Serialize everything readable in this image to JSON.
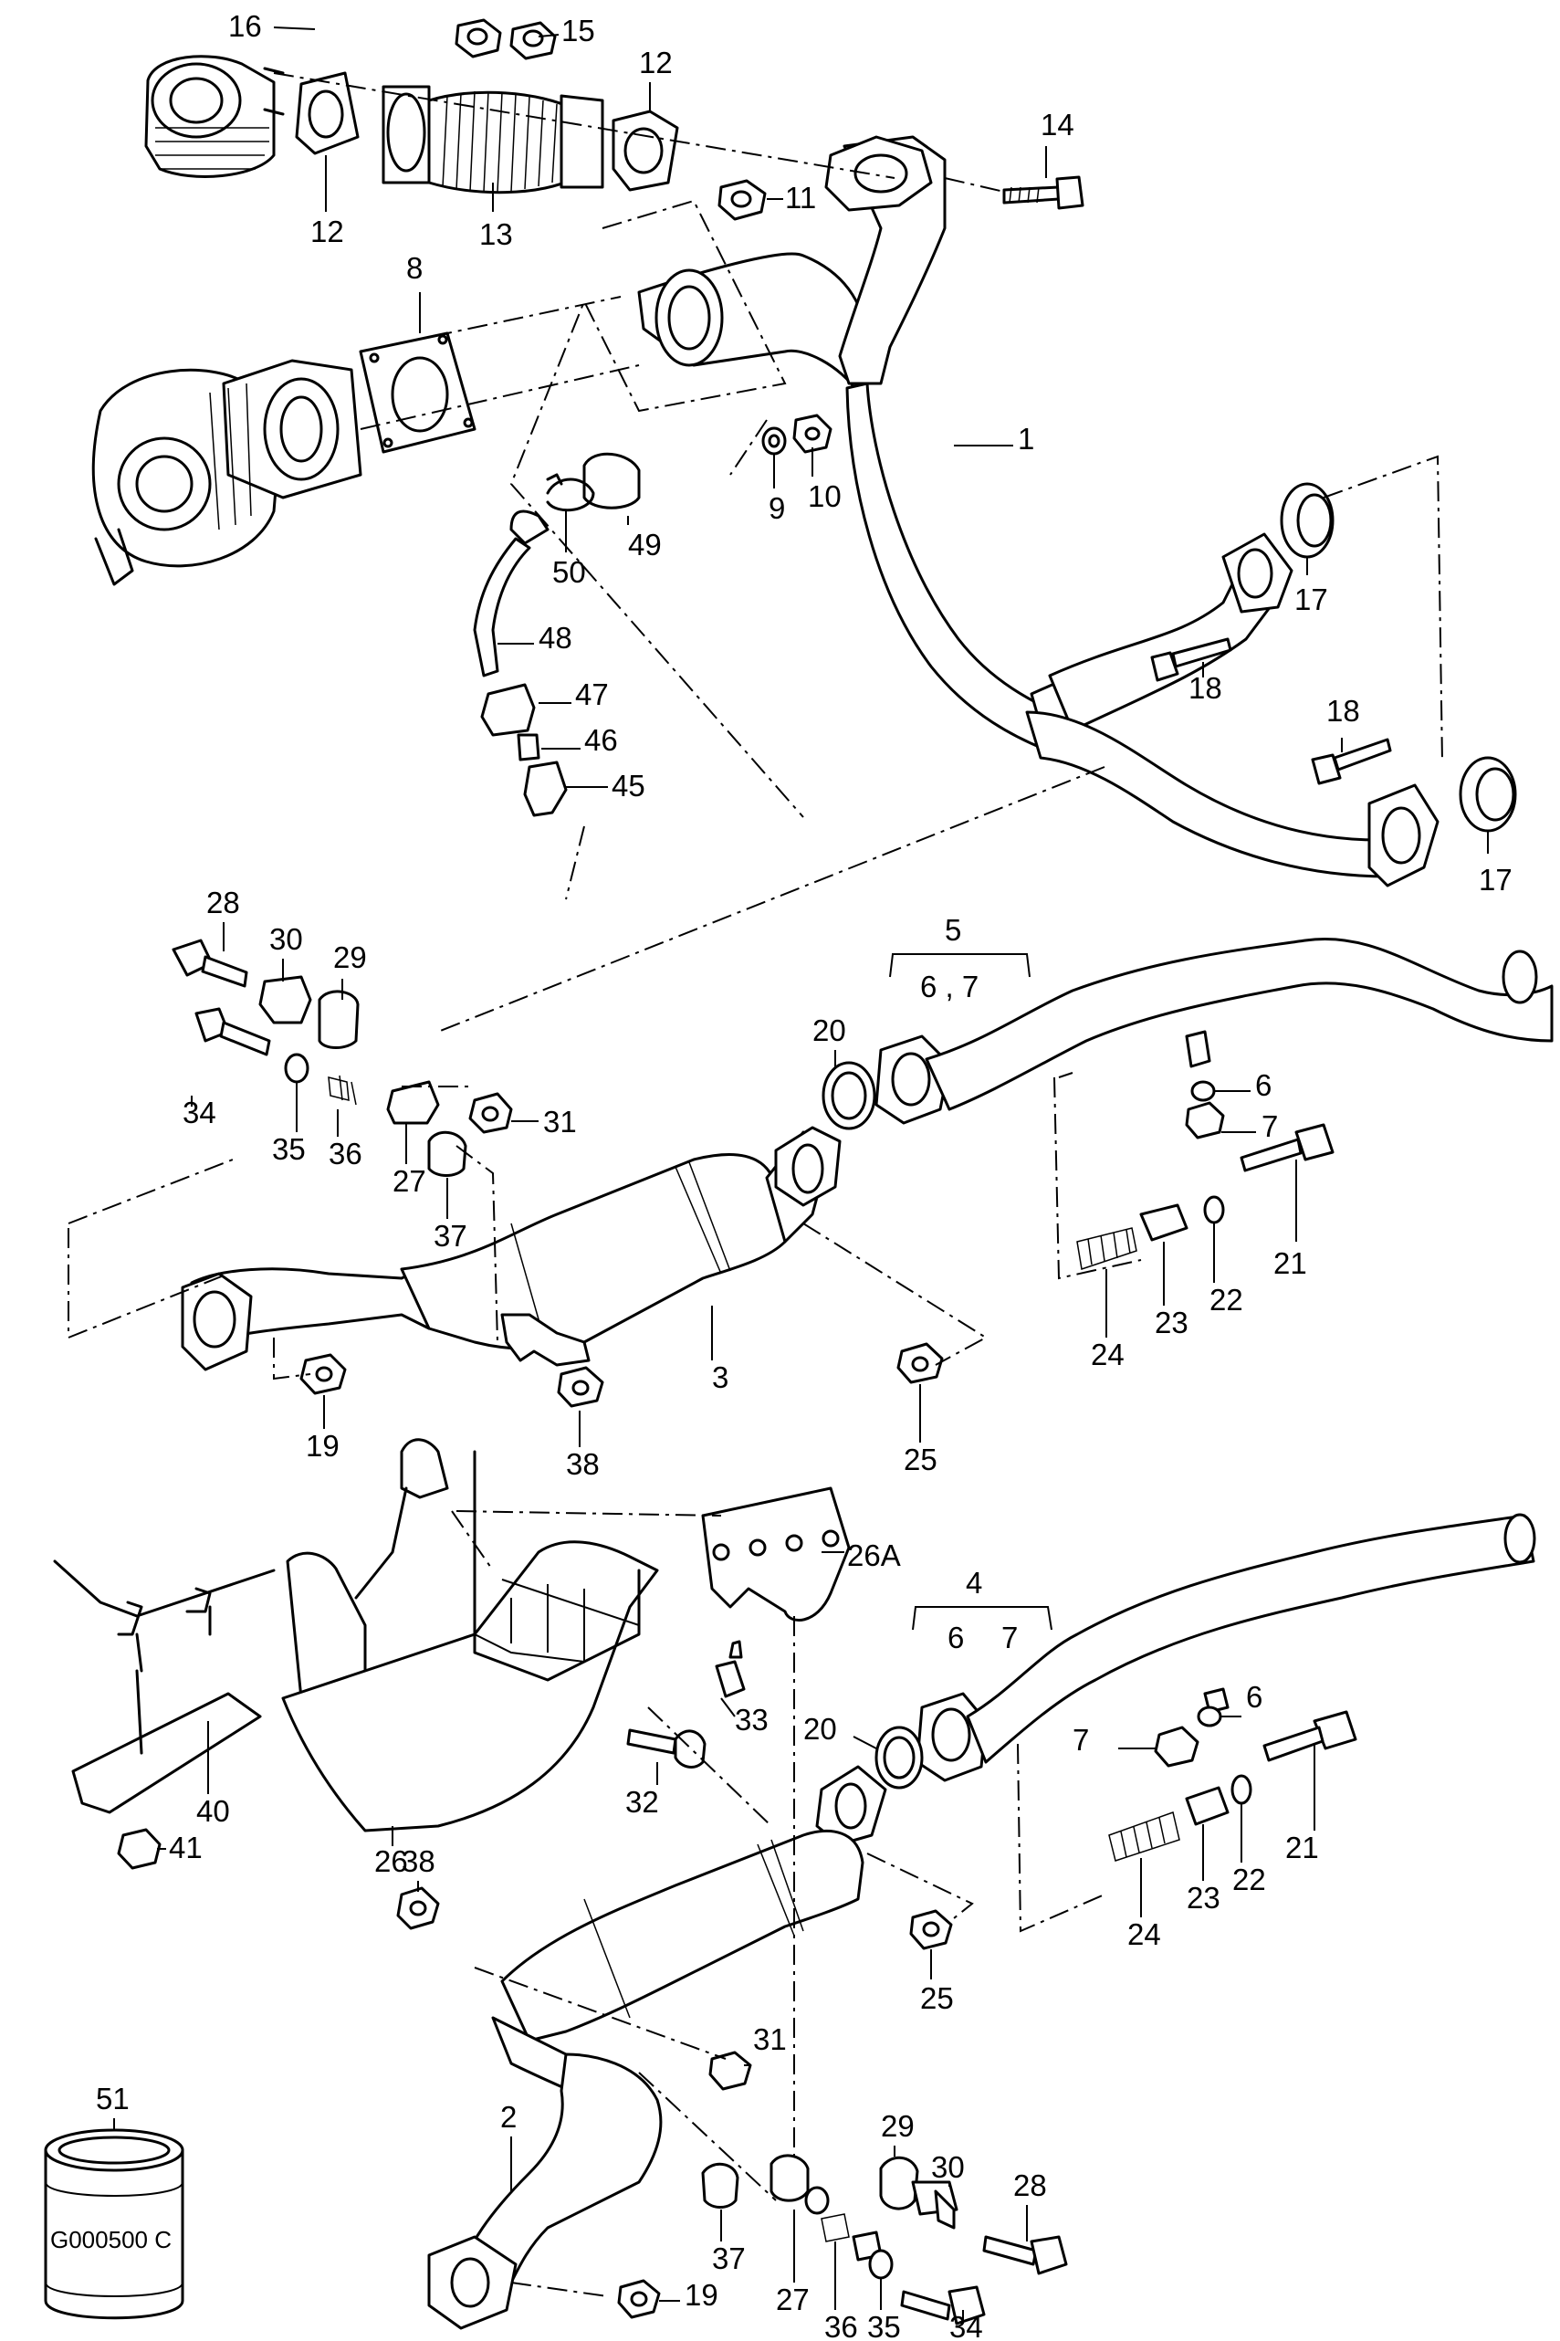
{
  "diagram": {
    "callouts": [
      {
        "id": "c16",
        "text": "16"
      },
      {
        "id": "c15",
        "text": "15"
      },
      {
        "id": "c12a",
        "text": "12"
      },
      {
        "id": "c12b",
        "text": "12"
      },
      {
        "id": "c13",
        "text": "13"
      },
      {
        "id": "c14",
        "text": "14"
      },
      {
        "id": "c11",
        "text": "11"
      },
      {
        "id": "c8",
        "text": "8"
      },
      {
        "id": "c1",
        "text": "1"
      },
      {
        "id": "c9",
        "text": "9"
      },
      {
        "id": "c10",
        "text": "10"
      },
      {
        "id": "c49",
        "text": "49"
      },
      {
        "id": "c50",
        "text": "50"
      },
      {
        "id": "c48",
        "text": "48"
      },
      {
        "id": "c47",
        "text": "47"
      },
      {
        "id": "c46",
        "text": "46"
      },
      {
        "id": "c45",
        "text": "45"
      },
      {
        "id": "c17a",
        "text": "17"
      },
      {
        "id": "c18a",
        "text": "18"
      },
      {
        "id": "c18b",
        "text": "18"
      },
      {
        "id": "c17b",
        "text": "17"
      },
      {
        "id": "c28a",
        "text": "28"
      },
      {
        "id": "c30a",
        "text": "30"
      },
      {
        "id": "c29a",
        "text": "29"
      },
      {
        "id": "c34a",
        "text": "34"
      },
      {
        "id": "c35a",
        "text": "35"
      },
      {
        "id": "c36a",
        "text": "36"
      },
      {
        "id": "c27a",
        "text": "27"
      },
      {
        "id": "c37a",
        "text": "37"
      },
      {
        "id": "c31a",
        "text": "31"
      },
      {
        "id": "c5",
        "text": "5"
      },
      {
        "id": "c67a",
        "text": "6 , 7"
      },
      {
        "id": "c20a",
        "text": "20"
      },
      {
        "id": "c6a",
        "text": "6"
      },
      {
        "id": "c7a",
        "text": "7"
      },
      {
        "id": "c21a",
        "text": "21"
      },
      {
        "id": "c22a",
        "text": "22"
      },
      {
        "id": "c23a",
        "text": "23"
      },
      {
        "id": "c24a",
        "text": "24"
      },
      {
        "id": "c3",
        "text": "3"
      },
      {
        "id": "c19a",
        "text": "19"
      },
      {
        "id": "c38a",
        "text": "38"
      },
      {
        "id": "c25a",
        "text": "25"
      },
      {
        "id": "c26A",
        "text": "26A"
      },
      {
        "id": "c4",
        "text": "4"
      },
      {
        "id": "c6b",
        "text": "6"
      },
      {
        "id": "c7b",
        "text": "7"
      },
      {
        "id": "c33",
        "text": "33"
      },
      {
        "id": "c20b",
        "text": "20"
      },
      {
        "id": "c6c",
        "text": "6"
      },
      {
        "id": "c7c",
        "text": "7"
      },
      {
        "id": "c32",
        "text": "32"
      },
      {
        "id": "c40",
        "text": "40"
      },
      {
        "id": "c41",
        "text": "41"
      },
      {
        "id": "c26",
        "text": "26"
      },
      {
        "id": "c21b",
        "text": "21"
      },
      {
        "id": "c22b",
        "text": "22"
      },
      {
        "id": "c23b",
        "text": "23"
      },
      {
        "id": "c24b",
        "text": "24"
      },
      {
        "id": "c38b",
        "text": "38"
      },
      {
        "id": "c25b",
        "text": "25"
      },
      {
        "id": "c51",
        "text": "51"
      },
      {
        "id": "c31b",
        "text": "31"
      },
      {
        "id": "c29b",
        "text": "29"
      },
      {
        "id": "c30b",
        "text": "30"
      },
      {
        "id": "c28b",
        "text": "28"
      },
      {
        "id": "c2",
        "text": "2"
      },
      {
        "id": "c37b",
        "text": "37"
      },
      {
        "id": "c27b",
        "text": "27"
      },
      {
        "id": "c36b",
        "text": "36"
      },
      {
        "id": "c35b",
        "text": "35"
      },
      {
        "id": "c34b",
        "text": "34"
      },
      {
        "id": "c19b",
        "text": "19"
      }
    ],
    "sealant_label": "G000500 C"
  }
}
